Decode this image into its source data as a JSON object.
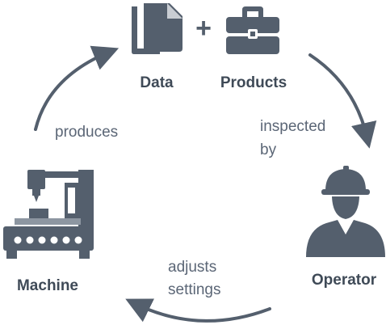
{
  "nodes": {
    "data": {
      "label": "Data",
      "icon": "document-icon"
    },
    "products": {
      "label": "Products",
      "icon": "briefcase-icon"
    },
    "operator": {
      "label": "Operator",
      "icon": "worker-hardhat-icon"
    },
    "machine": {
      "label": "Machine",
      "icon": "cnc-machine-icon"
    },
    "plus": "+"
  },
  "edges": {
    "produces": {
      "line1": "produces"
    },
    "inspected_by": {
      "line1": "inspected",
      "line2": "by"
    },
    "adjusts_settings": {
      "line1": "adjusts",
      "line2": "settings"
    }
  },
  "colors": {
    "icon": "#545f6d",
    "text": "#3f4a57",
    "arrow": "#545f6d",
    "background": "#ffffff"
  }
}
